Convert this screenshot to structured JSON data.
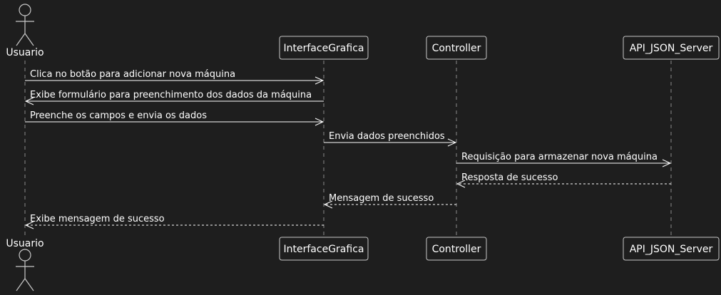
{
  "colors": {
    "background": "#1e1e1e",
    "foreground": "#ffffff",
    "lifeline": "#8a8a8a",
    "box_fill": "#1e1e1e",
    "box_border": "#c8c8c8"
  },
  "participants": [
    {
      "name": "Usuario",
      "kind": "actor"
    },
    {
      "name": "InterfaceGrafica",
      "kind": "participant"
    },
    {
      "name": "Controller",
      "kind": "participant"
    },
    {
      "name": "API_JSON_Server",
      "kind": "participant"
    }
  ],
  "messages": [
    {
      "from": 0,
      "to": 1,
      "text": "Clica no botão para adicionar nova máquina",
      "style": "solid"
    },
    {
      "from": 1,
      "to": 0,
      "text": "Exibe formulário para preenchimento dos dados da máquina",
      "style": "solid"
    },
    {
      "from": 0,
      "to": 1,
      "text": "Preenche os campos e envia os dados",
      "style": "solid"
    },
    {
      "from": 1,
      "to": 2,
      "text": "Envia dados preenchidos",
      "style": "solid"
    },
    {
      "from": 2,
      "to": 3,
      "text": "Requisição para armazenar nova máquina",
      "style": "solid"
    },
    {
      "from": 3,
      "to": 2,
      "text": "Resposta de sucesso",
      "style": "dashed"
    },
    {
      "from": 2,
      "to": 1,
      "text": "Mensagem de sucesso",
      "style": "dashed"
    },
    {
      "from": 1,
      "to": 0,
      "text": "Exibe mensagem de sucesso",
      "style": "dashed"
    }
  ]
}
